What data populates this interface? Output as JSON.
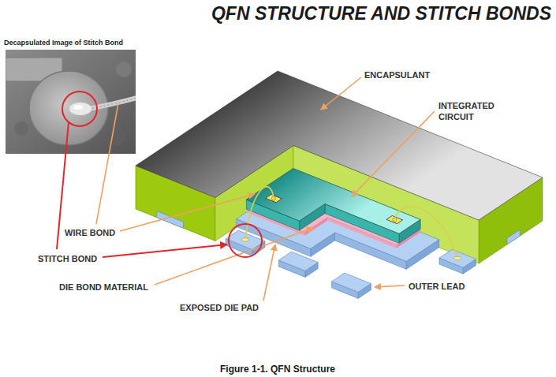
{
  "diagram": {
    "title": "QFN STRUCTURE AND STITCH BONDS",
    "caption": "Figure 1-1. QFN Structure",
    "nodes": [
      {
        "text": [
          "Decapsulated Image of Stitch Bond"
        ]
      }
    ],
    "labels": [
      "ENCAPSULANT",
      "INTEGRATED CIRCUIT",
      "WIRE BOND",
      "STITCH BOND",
      "DIE BOND MATERIAL",
      "EXPOSED DIE PAD",
      "OUTER LEAD"
    ]
  }
}
